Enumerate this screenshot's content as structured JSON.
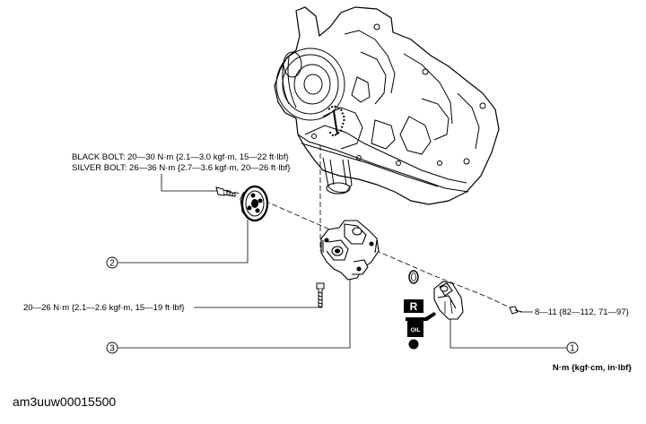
{
  "torque": {
    "black_bolt": "BLACK BOLT: 20—30 N·m {2.1—3.0 kgf·m, 15—22 ft·lbf}",
    "silver_bolt": "SILVER BOLT: 26—36 N·m {2.7—3.6 kgf·m, 20—26 ft·lbf}",
    "pump_bolt": "20—26 N·m {2.1—2.6 kgf·m, 15—19 ft·lbf}",
    "sensor_bolt": "8—11 {82—112, 71—97}"
  },
  "callouts": [
    "1",
    "2",
    "3"
  ],
  "badges": {
    "replace": "R",
    "oil": "OIL"
  },
  "units_note": "N·m {kgf·cm, in·lbf}",
  "figure_id": "am3uuw00015500"
}
